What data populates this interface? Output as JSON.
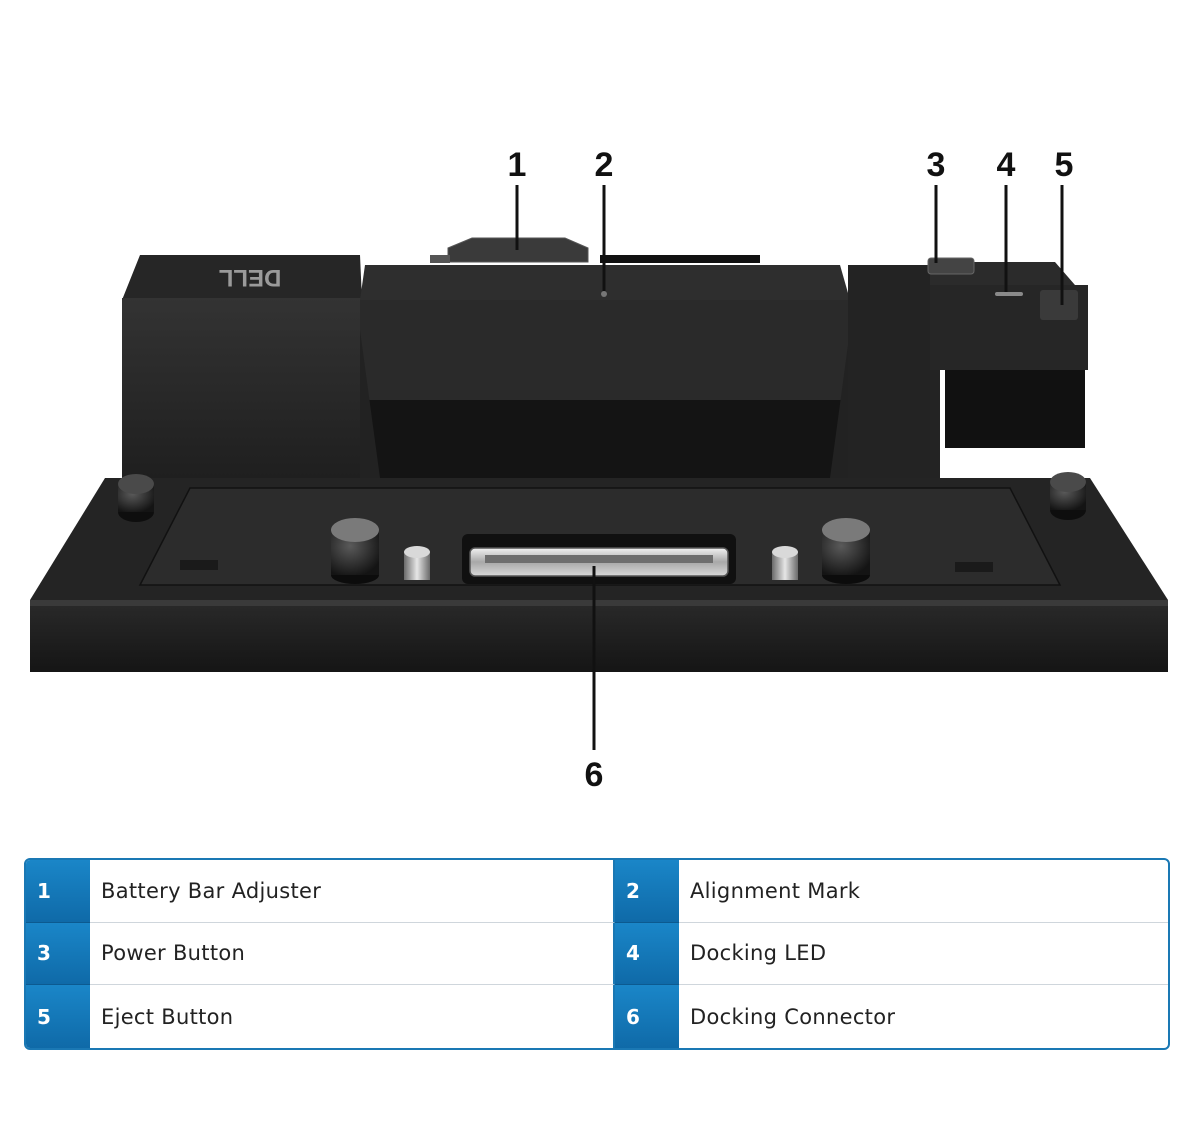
{
  "callouts": [
    "1",
    "2",
    "3",
    "4",
    "5",
    "6"
  ],
  "brand_logo": "DELL",
  "legend": {
    "rows": [
      [
        {
          "num": "1",
          "label": "Battery Bar Adjuster"
        },
        {
          "num": "2",
          "label": "Alignment Mark"
        }
      ],
      [
        {
          "num": "3",
          "label": "Power Button"
        },
        {
          "num": "4",
          "label": "Docking LED"
        }
      ],
      [
        {
          "num": "5",
          "label": "Eject Button"
        },
        {
          "num": "6",
          "label": "Docking Connector"
        }
      ]
    ]
  },
  "colors": {
    "legend_accent": "#1374b3",
    "device_body": "#1c1c1c"
  }
}
